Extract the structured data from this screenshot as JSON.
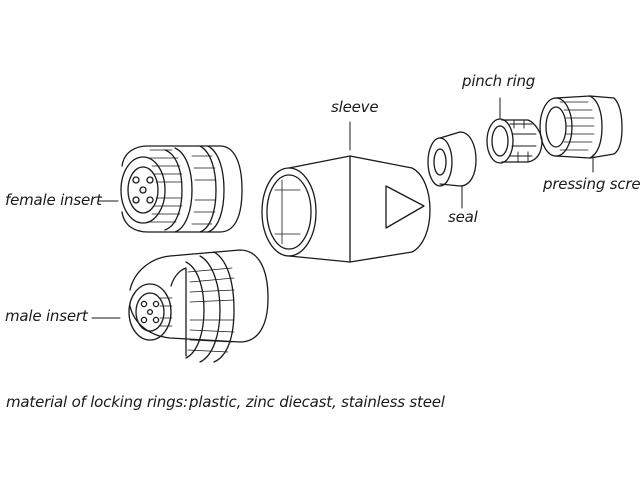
{
  "labels": {
    "female_insert": "female insert",
    "male_insert": "male insert",
    "sleeve": "sleeve",
    "pinch_ring": "pinch ring",
    "seal": "seal",
    "pressing_screw": "pressing screw"
  },
  "note": {
    "key": "material of locking rings:",
    "value": "plastic, zinc diecast, stainless steel"
  },
  "colors": {
    "line": "#1a1a1a",
    "background": "#ffffff"
  }
}
